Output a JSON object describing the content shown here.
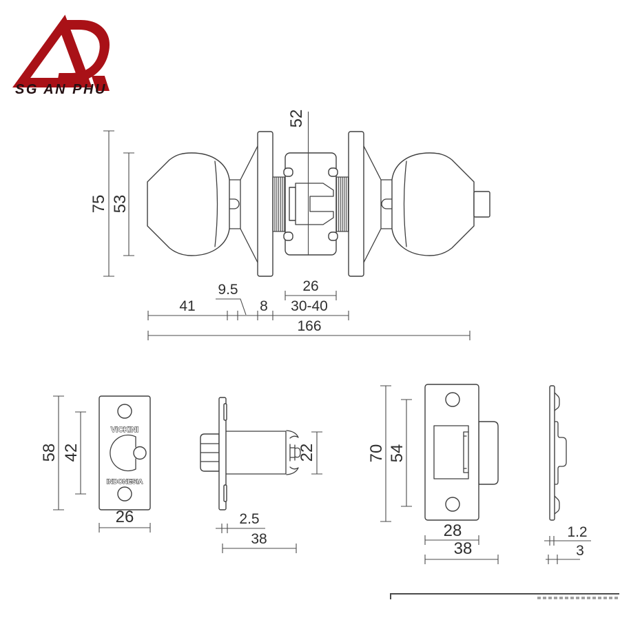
{
  "colors": {
    "logo_red": "#a91117",
    "line": "#3e3e3e"
  },
  "logo": {
    "company": "SG AN PHU"
  },
  "assembly": {
    "overall_height": "75",
    "knob_diameter": "53",
    "chassis_height": "52",
    "knob_depth": "41",
    "flare_depth": "9.5",
    "rose_thickness": "8",
    "chassis_width": "26",
    "backset_range": "30-40",
    "overall_length": "166"
  },
  "faceplate": {
    "brand": "VICKINI",
    "origin": "INDONESIA",
    "height": "58",
    "hole_spacing": "42",
    "width": "26"
  },
  "latch": {
    "tail_height": "22",
    "plate_thickness": "2.5",
    "body_length": "38"
  },
  "strike_plate": {
    "height": "70",
    "hole_spacing": "54",
    "opening_plate_width": "28",
    "overall_width": "38"
  },
  "strike_side": {
    "thickness": "1.2",
    "emboss_depth": "3"
  }
}
